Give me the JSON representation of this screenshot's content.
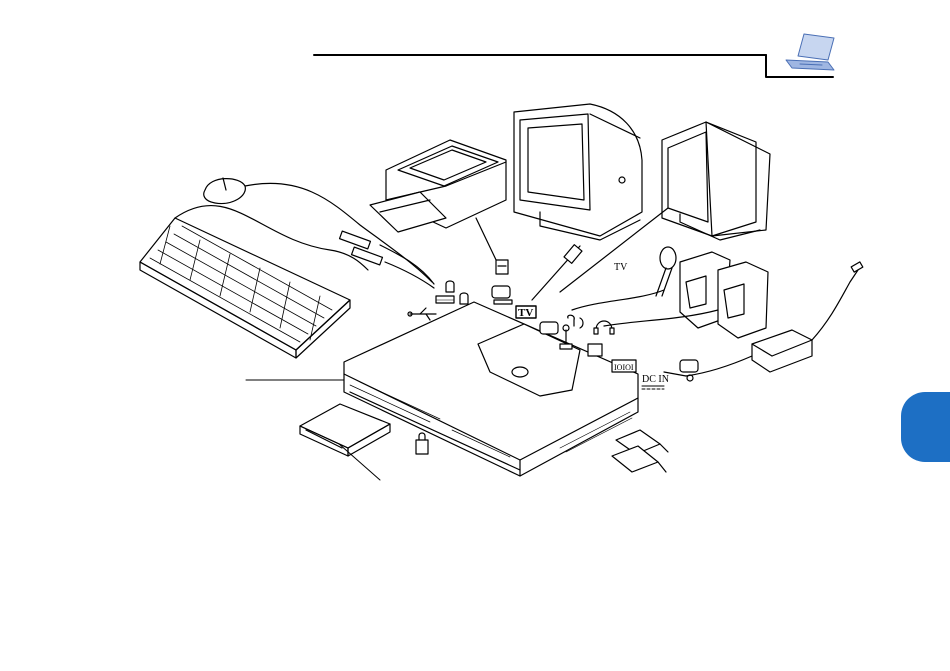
{
  "header": {
    "icon": "laptop-icon"
  },
  "labels": {
    "tv": "TV",
    "dc_in": "DC IN",
    "tv_port": "TV",
    "parallel_port": "IOIOI"
  },
  "colors": {
    "chapter_tab": "#1d6fc4",
    "line_art": "#000000"
  },
  "chapter_tab": {
    "label": ""
  }
}
